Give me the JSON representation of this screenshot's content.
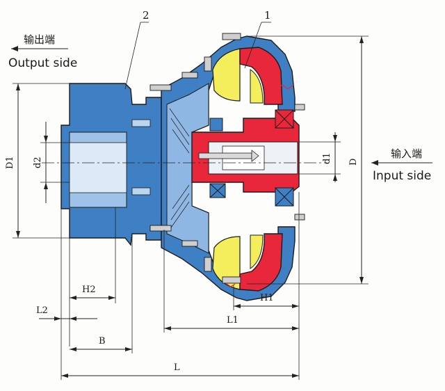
{
  "output_side": {
    "cn": "输出端",
    "en": "Output side"
  },
  "input_side": {
    "cn": "输入端",
    "en": "Input side"
  },
  "part_labels": {
    "p1": "1",
    "p2": "2"
  },
  "dimensions": {
    "D1": "D1",
    "d2": "d2",
    "d1": "d1",
    "D": "D",
    "H2": "H2",
    "L2": "L2",
    "B": "B",
    "H1": "H1",
    "L1": "L1",
    "L": "L"
  },
  "colors": {
    "housing_blue": "#3f7fc4",
    "shaft_red": "#e8283a",
    "fluid_yellow": "#f4ee5c",
    "outline": "#1b1b1b"
  }
}
